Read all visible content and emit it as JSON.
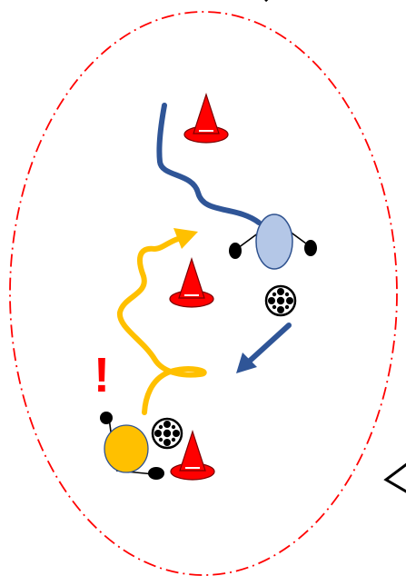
{
  "diagram": {
    "type": "soccer-drill",
    "colors": {
      "boundary": "#ff0000",
      "cone": "#ff0000",
      "cone_stripe": "#ffffff",
      "defender": "#b4c7e7",
      "attacker": "#ffc000",
      "defender_run": "#2f5597",
      "attacker_run": "#ffc000",
      "pass_arrow": "#2f5597",
      "player_outline": "#000000",
      "ball": "#000000"
    },
    "icons": {
      "cone": "training-cone-icon",
      "ball": "soccer-ball-icon",
      "player": "player-marker-icon"
    },
    "annotation": {
      "alert": "!"
    },
    "counts": {
      "cones": 3,
      "players": 2,
      "balls": 2
    }
  }
}
